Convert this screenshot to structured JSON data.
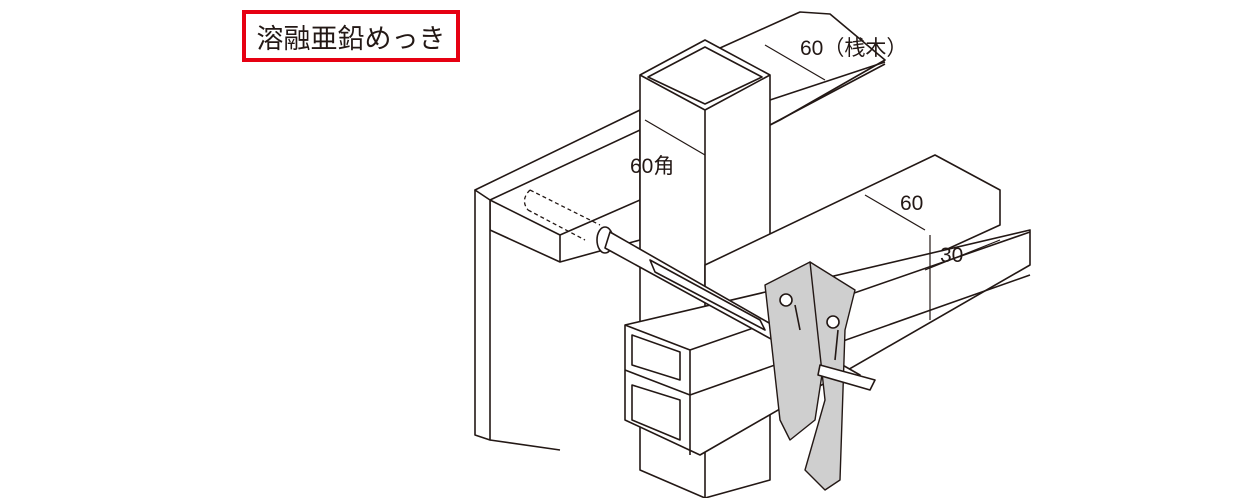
{
  "badge": {
    "text": "溶融亜鉛めっき",
    "border_color": "#e60012"
  },
  "dimensions": {
    "batten_width": "60（桟木）",
    "post_size": "60角",
    "channel_width": "60",
    "channel_height": "30"
  }
}
